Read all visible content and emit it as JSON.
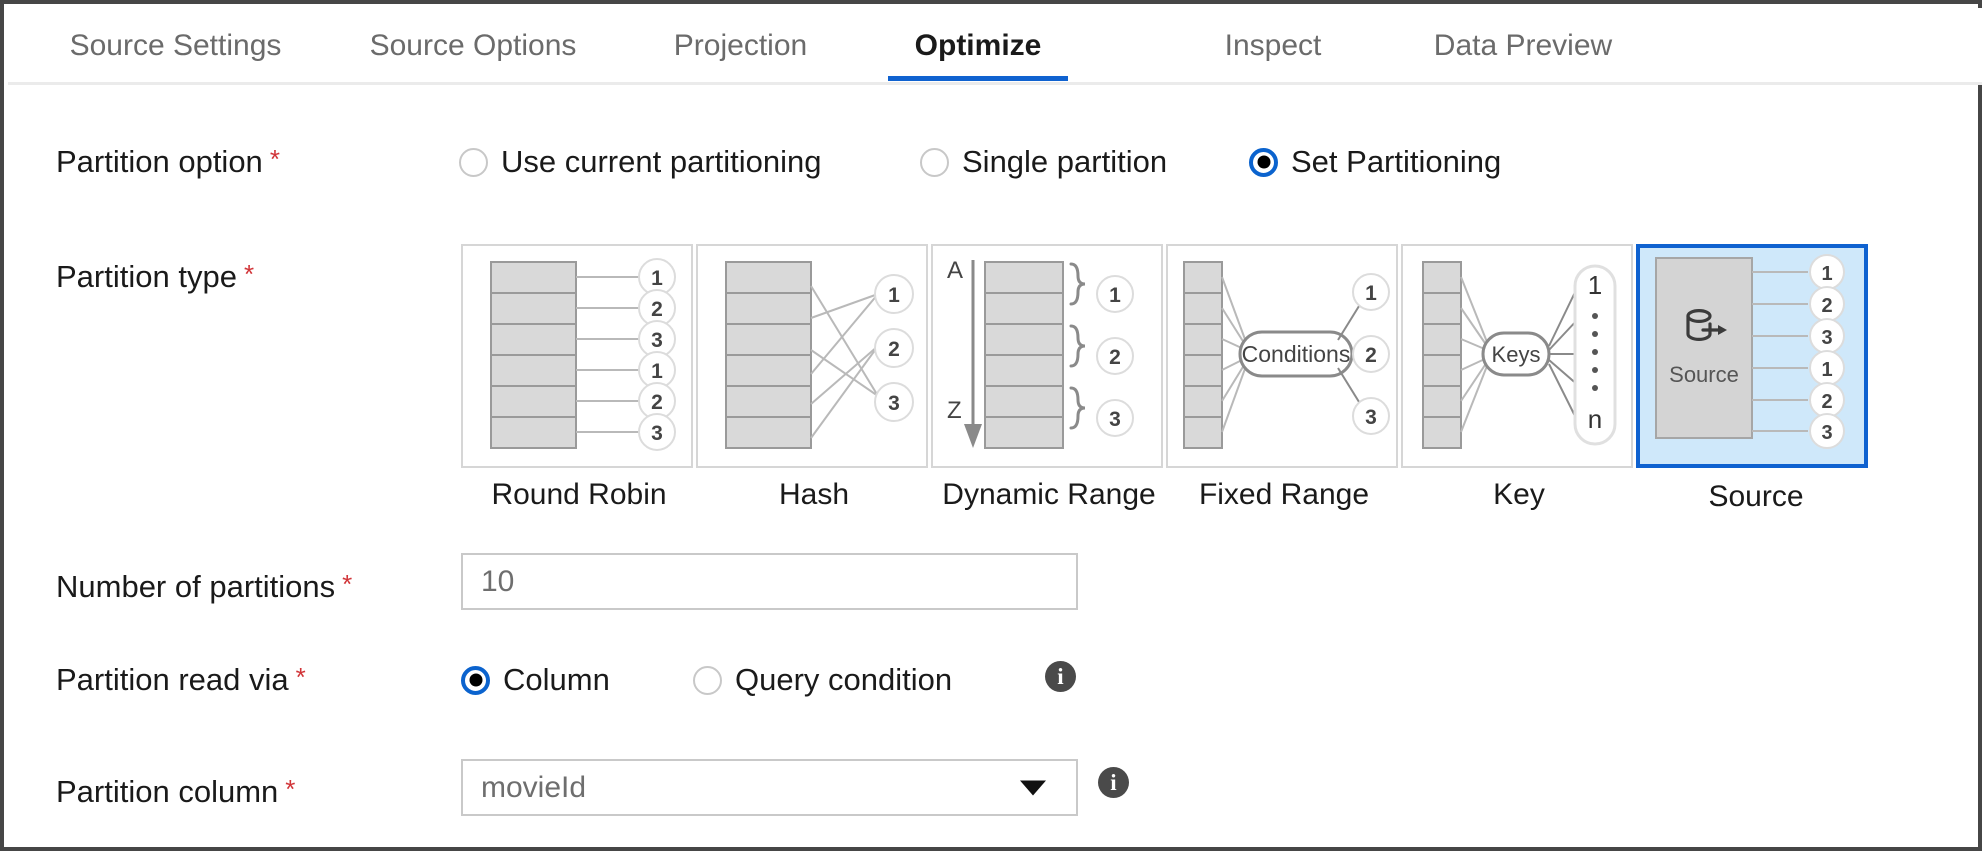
{
  "tabs": [
    {
      "label": "Source Settings",
      "active": false
    },
    {
      "label": "Source Options",
      "active": false
    },
    {
      "label": "Projection",
      "active": false
    },
    {
      "label": "Optimize",
      "active": true
    },
    {
      "label": "Inspect",
      "active": false
    },
    {
      "label": "Data Preview",
      "active": false
    }
  ],
  "accent_color": "#0f62d0",
  "required_marker": "*",
  "partition_option": {
    "label": "Partition option",
    "options": [
      {
        "label": "Use current partitioning",
        "selected": false
      },
      {
        "label": "Single partition",
        "selected": false
      },
      {
        "label": "Set Partitioning",
        "selected": true
      }
    ]
  },
  "partition_type": {
    "label": "Partition type",
    "selected": "Source",
    "cards": [
      {
        "label": "Round Robin",
        "selected": false,
        "outputs": [
          "1",
          "2",
          "3",
          "1",
          "2",
          "3"
        ]
      },
      {
        "label": "Hash",
        "selected": false,
        "outputs": [
          "1",
          "2",
          "3"
        ]
      },
      {
        "label": "Dynamic Range",
        "selected": false,
        "range_start": "A",
        "range_end": "Z",
        "outputs": [
          "1",
          "2",
          "3"
        ]
      },
      {
        "label": "Fixed Range",
        "selected": false,
        "node": "Conditions",
        "outputs": [
          "1",
          "2",
          "3"
        ]
      },
      {
        "label": "Key",
        "selected": false,
        "node": "Keys",
        "outputs": [
          "1",
          "n"
        ]
      },
      {
        "label": "Source",
        "selected": true,
        "node": "Source",
        "icon": "database-icon",
        "outputs": [
          "1",
          "2",
          "3",
          "1",
          "2",
          "3"
        ]
      }
    ]
  },
  "number_of_partitions": {
    "label": "Number of partitions",
    "value": "10"
  },
  "partition_read_via": {
    "label": "Partition read via",
    "options": [
      {
        "label": "Column",
        "selected": true
      },
      {
        "label": "Query condition",
        "selected": false
      }
    ],
    "info": "i"
  },
  "partition_column": {
    "label": "Partition column",
    "value": "movieId",
    "info": "i"
  }
}
